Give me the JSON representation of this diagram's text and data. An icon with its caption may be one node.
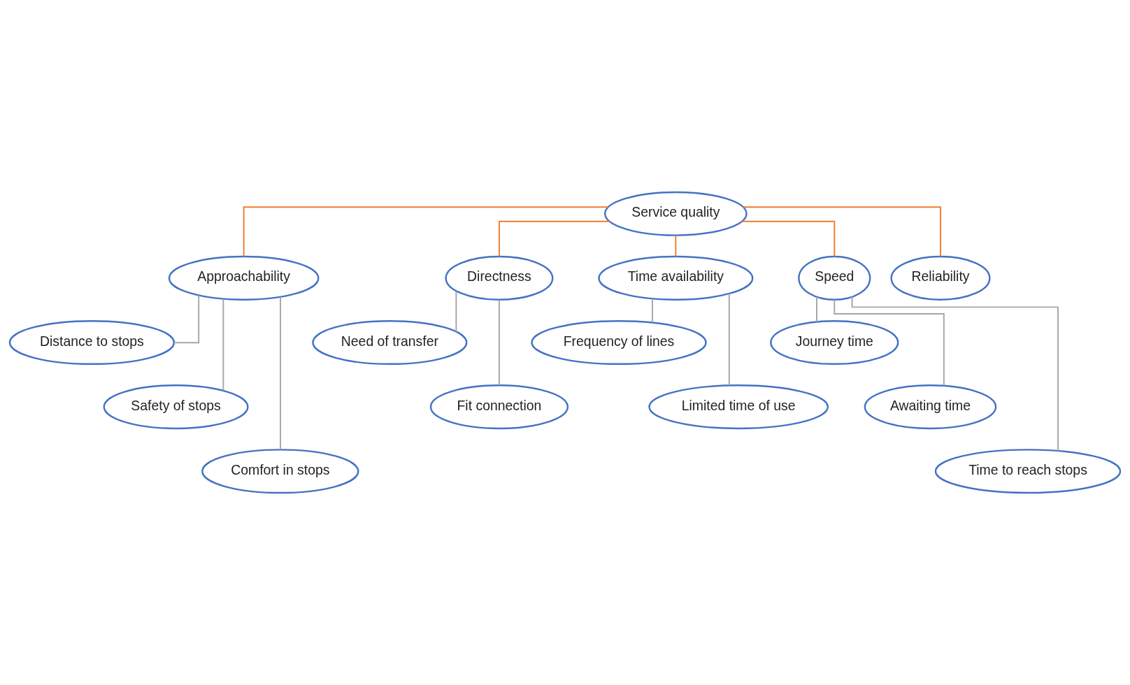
{
  "diagram": {
    "nodes": [
      {
        "text": [
          "Service quality"
        ]
      },
      {
        "text": [
          "Approachability"
        ]
      },
      {
        "text": [
          "Directness"
        ]
      },
      {
        "text": [
          "Time availability"
        ]
      },
      {
        "text": [
          "Speed"
        ]
      },
      {
        "text": [
          "Reliability"
        ]
      },
      {
        "text": [
          "Distance to stops"
        ]
      },
      {
        "text": [
          "Safety of stops"
        ]
      },
      {
        "text": [
          "Comfort in stops"
        ]
      },
      {
        "text": [
          "Need of transfer"
        ]
      },
      {
        "text": [
          "Fit connection"
        ]
      },
      {
        "text": [
          "Frequency of lines"
        ]
      },
      {
        "text": [
          "Limited time of use"
        ]
      },
      {
        "text": [
          "Journey time"
        ]
      },
      {
        "text": [
          "Awaiting time"
        ]
      },
      {
        "text": [
          "Time to reach stops"
        ]
      }
    ],
    "edges": [
      {
        "from": 0,
        "to": 1,
        "arrow": "none",
        "color": "#ed7d31"
      },
      {
        "from": 0,
        "to": 2,
        "arrow": "none",
        "color": "#ed7d31"
      },
      {
        "from": 0,
        "to": 3,
        "arrow": "none",
        "color": "#ed7d31"
      },
      {
        "from": 0,
        "to": 4,
        "arrow": "none",
        "color": "#ed7d31"
      },
      {
        "from": 0,
        "to": 5,
        "arrow": "none",
        "color": "#ed7d31"
      },
      {
        "from": 1,
        "to": 6,
        "arrow": "none"
      },
      {
        "from": 1,
        "to": 7,
        "arrow": "none"
      },
      {
        "from": 1,
        "to": 8,
        "arrow": "none"
      },
      {
        "from": 2,
        "to": 9,
        "arrow": "none"
      },
      {
        "from": 2,
        "to": 10,
        "arrow": "none"
      },
      {
        "from": 3,
        "to": 11,
        "arrow": "none"
      },
      {
        "from": 3,
        "to": 12,
        "arrow": "none"
      },
      {
        "from": 4,
        "to": 13,
        "arrow": "none"
      },
      {
        "from": 4,
        "to": 14,
        "arrow": "none"
      },
      {
        "from": 4,
        "to": 15,
        "arrow": "none"
      }
    ]
  }
}
